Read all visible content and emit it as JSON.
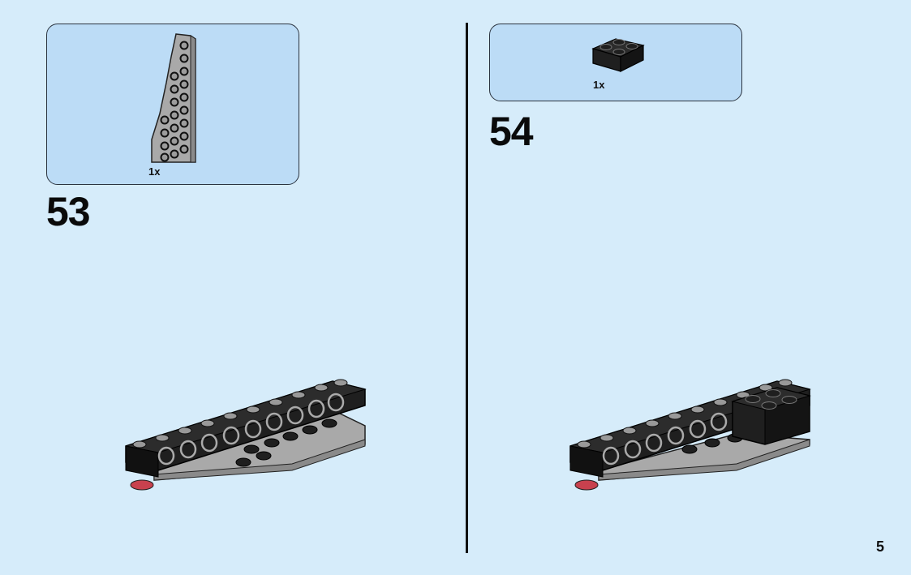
{
  "steps": [
    {
      "number": "53",
      "parts": [
        {
          "quantity": "1x",
          "icon": "wedge-plate-icon",
          "color": "#a9a9a9"
        }
      ]
    },
    {
      "number": "54",
      "parts": [
        {
          "quantity": "1x",
          "icon": "brick-2x2-icon",
          "color": "#1f1f1f"
        }
      ]
    }
  ],
  "page_number": "5",
  "colors": {
    "background": "#d6ecfa",
    "parts_box": "#bcdcf6",
    "black_brick": "#1f1f1f",
    "gray_plate": "#a9a9a9",
    "red_plate": "#c8414e"
  }
}
